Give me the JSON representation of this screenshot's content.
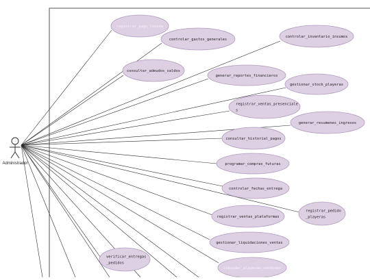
{
  "actor": {
    "label": "Administrador"
  },
  "colors": {
    "ellipse_fill": "#ddd0e3",
    "ellipse_stroke": "#b199c0",
    "line": "#2a2a2a",
    "text": "#222222",
    "text_faint": "#f6f1f8"
  },
  "use_cases": [
    {
      "id": "registrar_pago_tienda",
      "lines": [
        "registrar_pago_tienda"
      ],
      "faint": true
    },
    {
      "id": "controlar_gastos_generales",
      "lines": [
        "controlar_gastos_generales"
      ]
    },
    {
      "id": "controlar_inventario_insumos",
      "lines": [
        "controlar_inventario_insumos"
      ]
    },
    {
      "id": "consultar_adeudos_saldos",
      "lines": [
        "consultar_adeudos_saldos"
      ]
    },
    {
      "id": "generar_reportes_financieros",
      "lines": [
        "generar_reportes_financieros"
      ]
    },
    {
      "id": "gestionar_stock_playeras",
      "lines": [
        "gestionar_stock_playeras"
      ]
    },
    {
      "id": "registrar_ventas_presenciales",
      "lines": [
        "registrar_ventas_presenciale",
        "s"
      ]
    },
    {
      "id": "generar_resumenes_ingresos",
      "lines": [
        "generar_resumenes_ingresos"
      ]
    },
    {
      "id": "consultar_historial_pagos",
      "lines": [
        "consultar_historial_pagos"
      ]
    },
    {
      "id": "programar_compras_futuras",
      "lines": [
        "programar_compras_futuras"
      ]
    },
    {
      "id": "controlar_fechas_entrega",
      "lines": [
        "controlar_fechas_entrega"
      ]
    },
    {
      "id": "registrar_pedido_playeras",
      "lines": [
        "registrar_pedido",
        "_playeras"
      ]
    },
    {
      "id": "registrar_ventas_plataformas",
      "lines": [
        "registrar_ventas_plataformas"
      ]
    },
    {
      "id": "gestionar_liquidaciones_ventas",
      "lines": [
        "gestionar_liquidaciones_ventas"
      ]
    },
    {
      "id": "verificar_entregas_pedidos",
      "lines": [
        "verificar_entregas",
        "_pedidos"
      ]
    },
    {
      "id": "liquidar_playeras_vendidas",
      "lines": [
        "liquidar_playeras_vendidas"
      ],
      "faint": true
    }
  ]
}
